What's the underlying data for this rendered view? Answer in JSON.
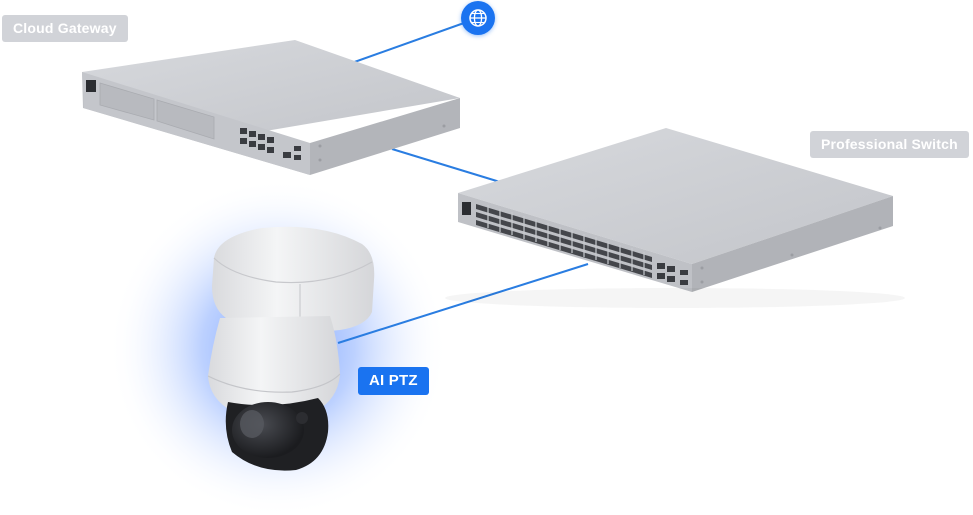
{
  "devices": {
    "cloud_gateway": {
      "label": "Cloud Gateway"
    },
    "professional_switch": {
      "label": "Professional Switch"
    },
    "ai_ptz": {
      "label": "AI PTZ"
    }
  },
  "internet": {
    "icon": "globe-icon"
  },
  "connections": [
    {
      "from": "internet",
      "to": "cloud_gateway"
    },
    {
      "from": "cloud_gateway",
      "to": "professional_switch"
    },
    {
      "from": "professional_switch",
      "to": "ai_ptz"
    }
  ],
  "colors": {
    "accent": "#1a73f0",
    "link": "#2a7de1",
    "label_gray": "#d1d3d8",
    "device_body": "#c9cbd0",
    "camera_body": "#eeeff1"
  }
}
